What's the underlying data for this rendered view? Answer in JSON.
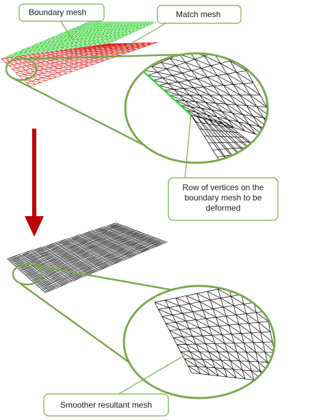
{
  "callouts": {
    "boundary_mesh": "Boundary mesh",
    "match_mesh": "Match mesh",
    "row_of_vertices": [
      "Row of vertices on the",
      "boundary mesh to be",
      "deformed"
    ],
    "smoother_mesh": "Smoother resultant mesh"
  },
  "colors": {
    "callout_border": "#7aa84a",
    "callout_fill": "#ffffff",
    "boundary_mesh": "#22cc22",
    "match_mesh": "#dd2222",
    "mesh_black": "#111111",
    "highlight_row": "#33dd33",
    "arrow": "#c00000"
  }
}
